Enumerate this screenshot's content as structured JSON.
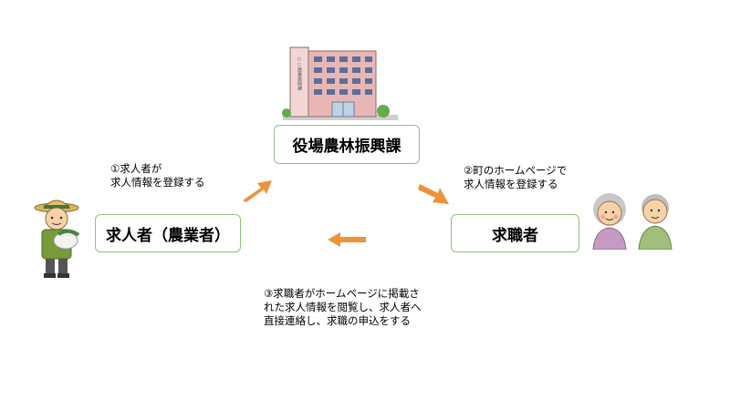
{
  "nodes": {
    "office": "役場農林振興課",
    "employer": "求人者（農業者）",
    "seeker": "求職者"
  },
  "steps": {
    "step1": "①求人者が\n求人情報を登録する",
    "step2": "②町のホームページで\n求人情報を登録する",
    "step3": "③求職者がホームページに掲載さ\nれた求人情報を閲覧し、求人者へ\n直接連絡し、求職の申込をする"
  },
  "building_sign": "○○農業振興課",
  "colors": {
    "arrow": "#f0923a",
    "node_border": "#8fc47a",
    "building": "#d9a6a6"
  },
  "icons": [
    "building-icon",
    "farmer-icon",
    "elderly-couple-icon",
    "arrow-icon"
  ]
}
